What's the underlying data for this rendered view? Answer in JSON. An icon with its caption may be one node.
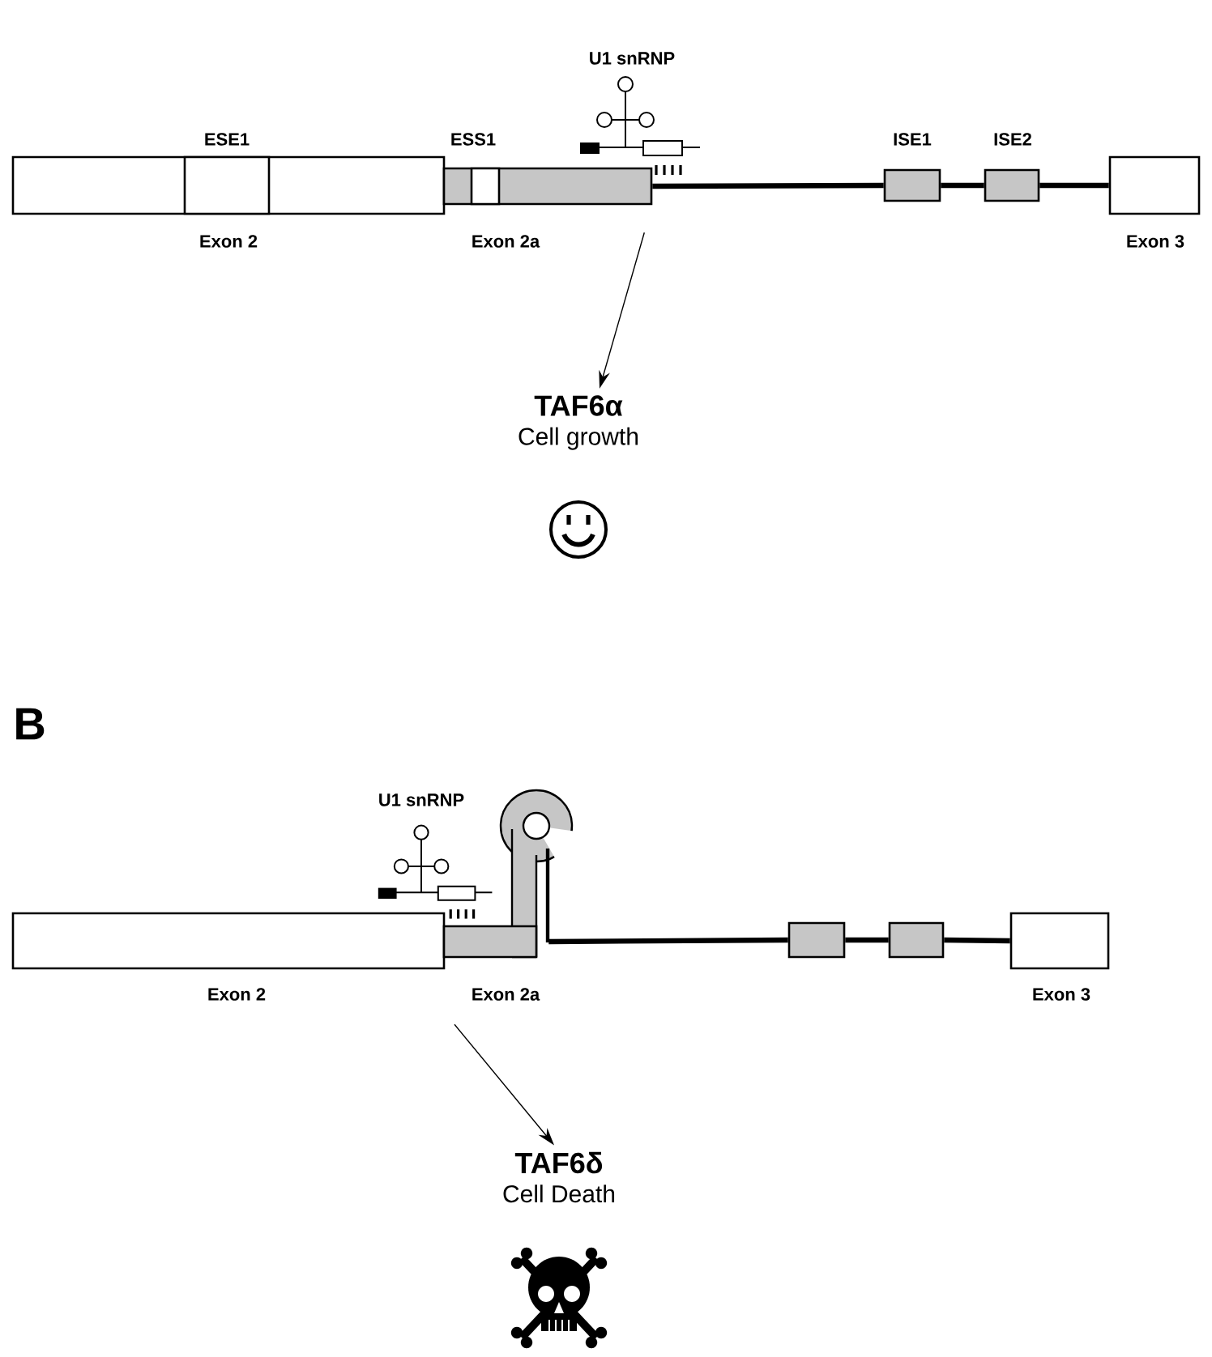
{
  "diagram": {
    "nodes": [
      {
        "text": [
          "Exon 2"
        ]
      },
      {
        "text": [
          "ESE1"
        ],
        "in": 0
      },
      {
        "text": [
          "Exon 2a"
        ]
      },
      {
        "text": [
          "ESS1"
        ],
        "in": 2
      },
      {
        "text": [
          "ISE1"
        ]
      },
      {
        "text": [
          "ISE2"
        ]
      },
      {
        "text": [
          "Exon 3"
        ]
      },
      {
        "text": [
          "TAF6α",
          "Cell growth"
        ]
      },
      {
        "text": [
          "Exon 2"
        ]
      },
      {
        "text": [
          "Exon 2a"
        ]
      },
      {
        "text": [],
        "shape": "box"
      },
      {
        "text": [],
        "shape": "box"
      },
      {
        "text": [
          "Exon 3"
        ]
      },
      {
        "text": [
          "TAF6δ",
          "Cell Death"
        ]
      }
    ],
    "edges": [
      {
        "from": 2,
        "to": 4,
        "arrow": "none"
      },
      {
        "from": 4,
        "to": 5,
        "arrow": "none"
      },
      {
        "from": 5,
        "to": 6,
        "arrow": "none"
      },
      {
        "from": 2,
        "to": 7,
        "arrow": "to"
      },
      {
        "from": 9,
        "to": 10,
        "arrow": "none"
      },
      {
        "from": 10,
        "to": 11,
        "arrow": "none"
      },
      {
        "from": 11,
        "to": 12,
        "arrow": "none"
      },
      {
        "from": 9,
        "to": 13,
        "arrow": "to"
      }
    ],
    "labels": [
      "U1 snRNP",
      "B",
      "U1 snRNP"
    ]
  }
}
